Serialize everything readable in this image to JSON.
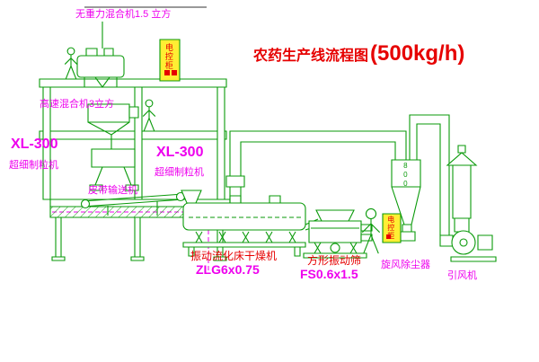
{
  "title": {
    "name": "农药生产线流程图",
    "capacity": "(500kg/h)"
  },
  "equipment_labels": {
    "mixer_top": "无重力混合机1.5 立方",
    "mixer_mid": "高速混合机3立方",
    "granulator_left_model": "XL-300",
    "granulator_left_name": "超细制粒机",
    "granulator_mid_model": "XL-300",
    "granulator_mid_name": "超细制粒机",
    "belt_conveyor": "皮带输送机",
    "dryer_name": "振动流化床干燥机",
    "dryer_model": "ZLG6x0.75",
    "screen_name": "方形振动筛",
    "screen_model": "FS0.6x1.5",
    "cyclone": "旋风除尘器",
    "fan": "引风机",
    "cabinet_top": "电控柜",
    "cabinet_right": "电控柜",
    "cyclone_dim": "800"
  },
  "colors": {
    "line": "#0a9a0a",
    "magenta": "#ee00ee",
    "red": "#e60000",
    "yellow": "#ffee33",
    "black": "#333333"
  }
}
